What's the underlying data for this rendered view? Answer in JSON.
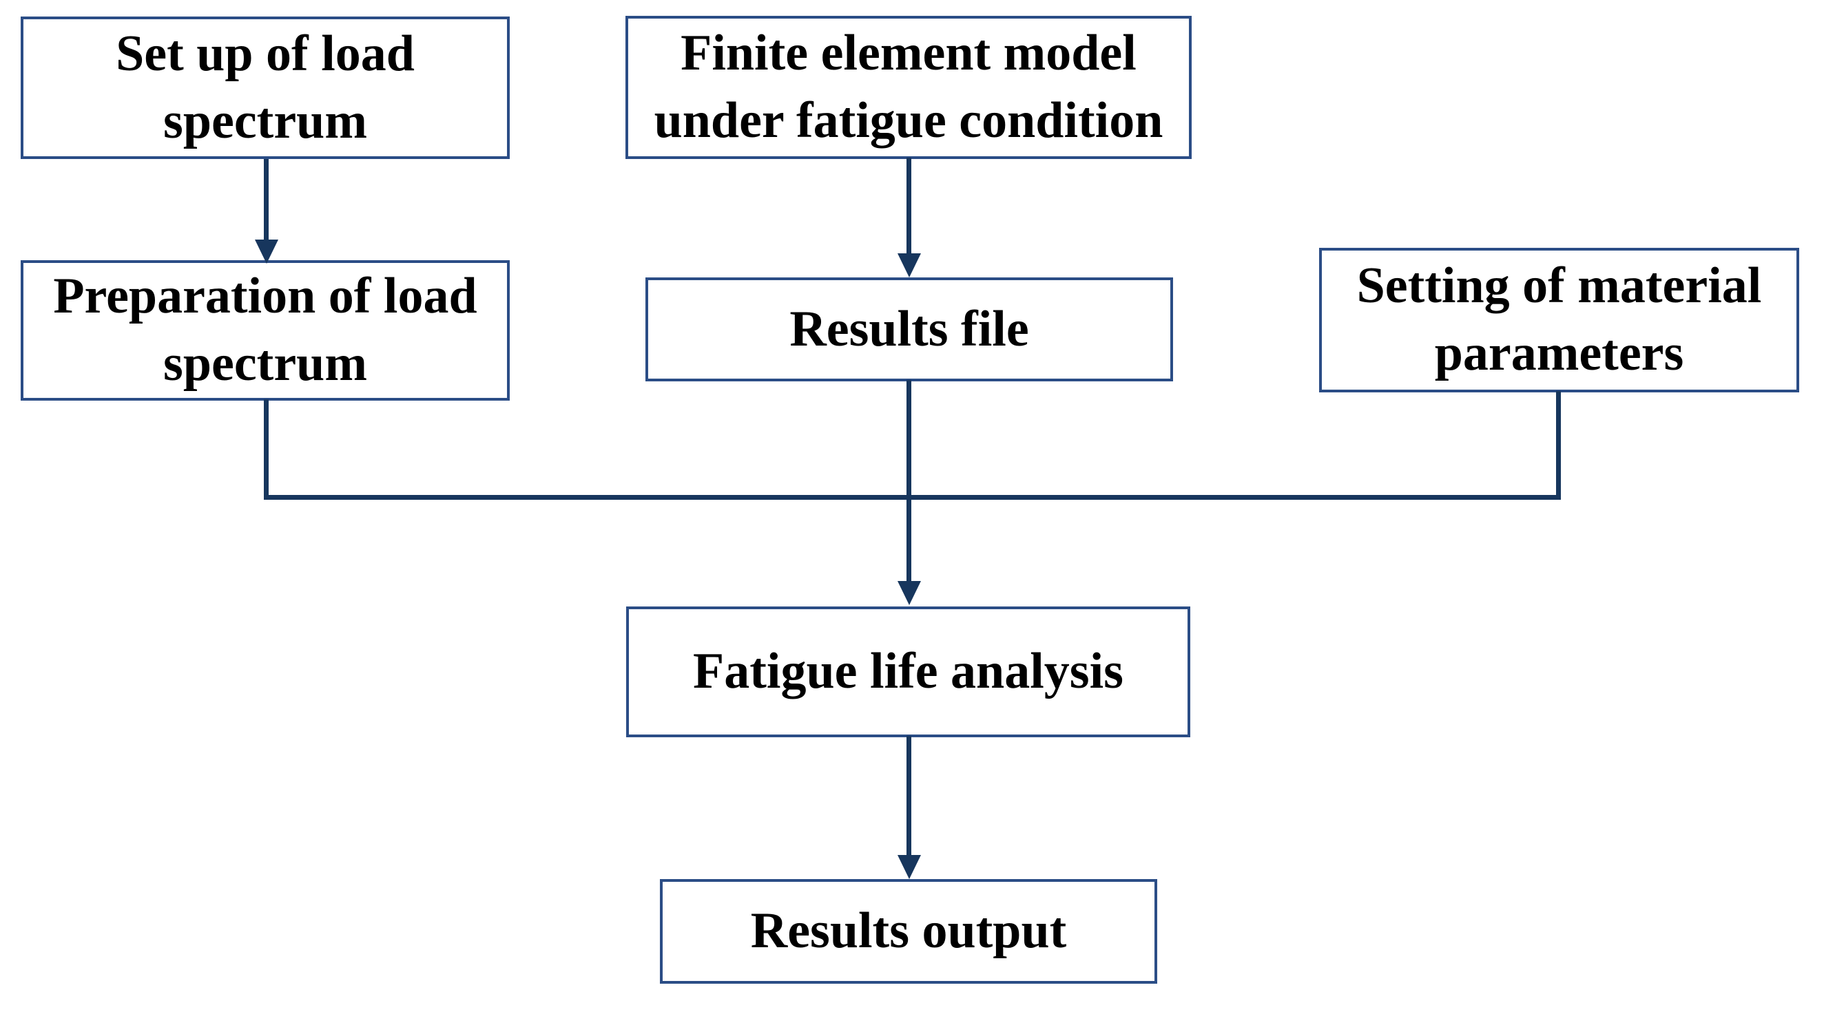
{
  "diagram": {
    "description": "Fatigue life analysis procedure flowchart",
    "colors": {
      "background": "#ffffff",
      "box_border": "#2b4d86",
      "connector": "#17365d",
      "text": "#000000"
    },
    "nodes": [
      {
        "id": "setup-load-spectrum",
        "label": "Set up of load\nspectrum"
      },
      {
        "id": "fe-model",
        "label": "Finite element model\nunder fatigue condition"
      },
      {
        "id": "preparation-load-spectrum",
        "label": "Preparation of load\nspectrum"
      },
      {
        "id": "results-file",
        "label": "Results file"
      },
      {
        "id": "material-parameters",
        "label": "Setting of material\nparameters"
      },
      {
        "id": "fatigue-life-analysis",
        "label": "Fatigue life analysis"
      },
      {
        "id": "results-output",
        "label": "Results output"
      }
    ],
    "edges": [
      {
        "from": "setup-load-spectrum",
        "to": "preparation-load-spectrum",
        "type": "arrow"
      },
      {
        "from": "fe-model",
        "to": "results-file",
        "type": "arrow"
      },
      {
        "from": "preparation-load-spectrum",
        "to": "fatigue-life-analysis",
        "type": "elbow-merge"
      },
      {
        "from": "results-file",
        "to": "fatigue-life-analysis",
        "type": "arrow-through-merge"
      },
      {
        "from": "material-parameters",
        "to": "fatigue-life-analysis",
        "type": "elbow-merge"
      },
      {
        "from": "fatigue-life-analysis",
        "to": "results-output",
        "type": "arrow"
      }
    ]
  }
}
